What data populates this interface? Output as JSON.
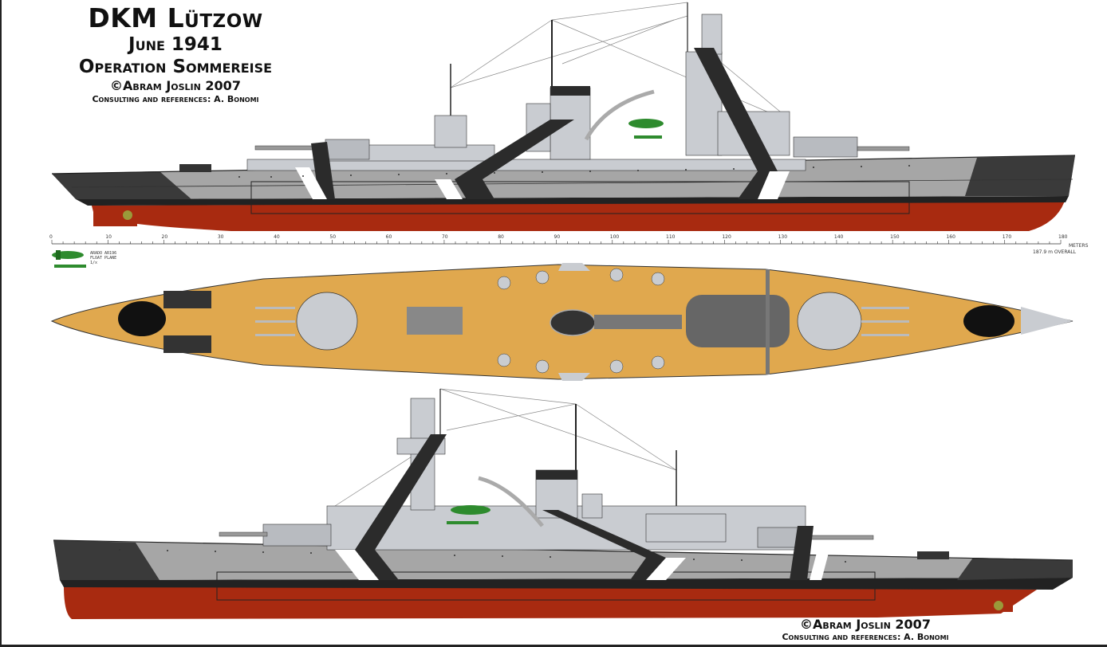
{
  "title": {
    "ship": "DKM Lützow",
    "date": "June 1941",
    "operation": "Operation Sommereise",
    "copyright": "©Abram Joslin 2007",
    "consulting": "Consulting and references: A. Bonomi"
  },
  "bottom_credit": {
    "copyright": "©Abram Joslin 2007",
    "consulting": "Consulting and references: A. Bonomi"
  },
  "scale_bar": {
    "unit": "METERS",
    "overall_length_note": "187.9 m OVERALL",
    "ticks": [
      "0",
      "10",
      "20",
      "30",
      "40",
      "50",
      "60",
      "70",
      "80",
      "90",
      "100",
      "110",
      "120",
      "130",
      "140",
      "150",
      "160",
      "170",
      "180"
    ],
    "max_value": 180
  },
  "aircraft_inset": {
    "label_lines": [
      "ARADO AR196",
      "FLOAT PLANE",
      "1/x"
    ]
  },
  "views": {
    "top_profile": "starboard profile",
    "plan": "deck plan view",
    "bottom_profile": "port profile"
  },
  "colors": {
    "hull_dark": "#3a3a3a",
    "hull_gray": "#a6a6a6",
    "superstructure_light": "#c9ccd1",
    "boot_topping_red": "#a82a10",
    "deck_wood": "#e0a84e",
    "camouflage_white": "#ffffff",
    "camouflage_black": "#2b2b2b",
    "floatplane_green": "#2e8b2e"
  }
}
